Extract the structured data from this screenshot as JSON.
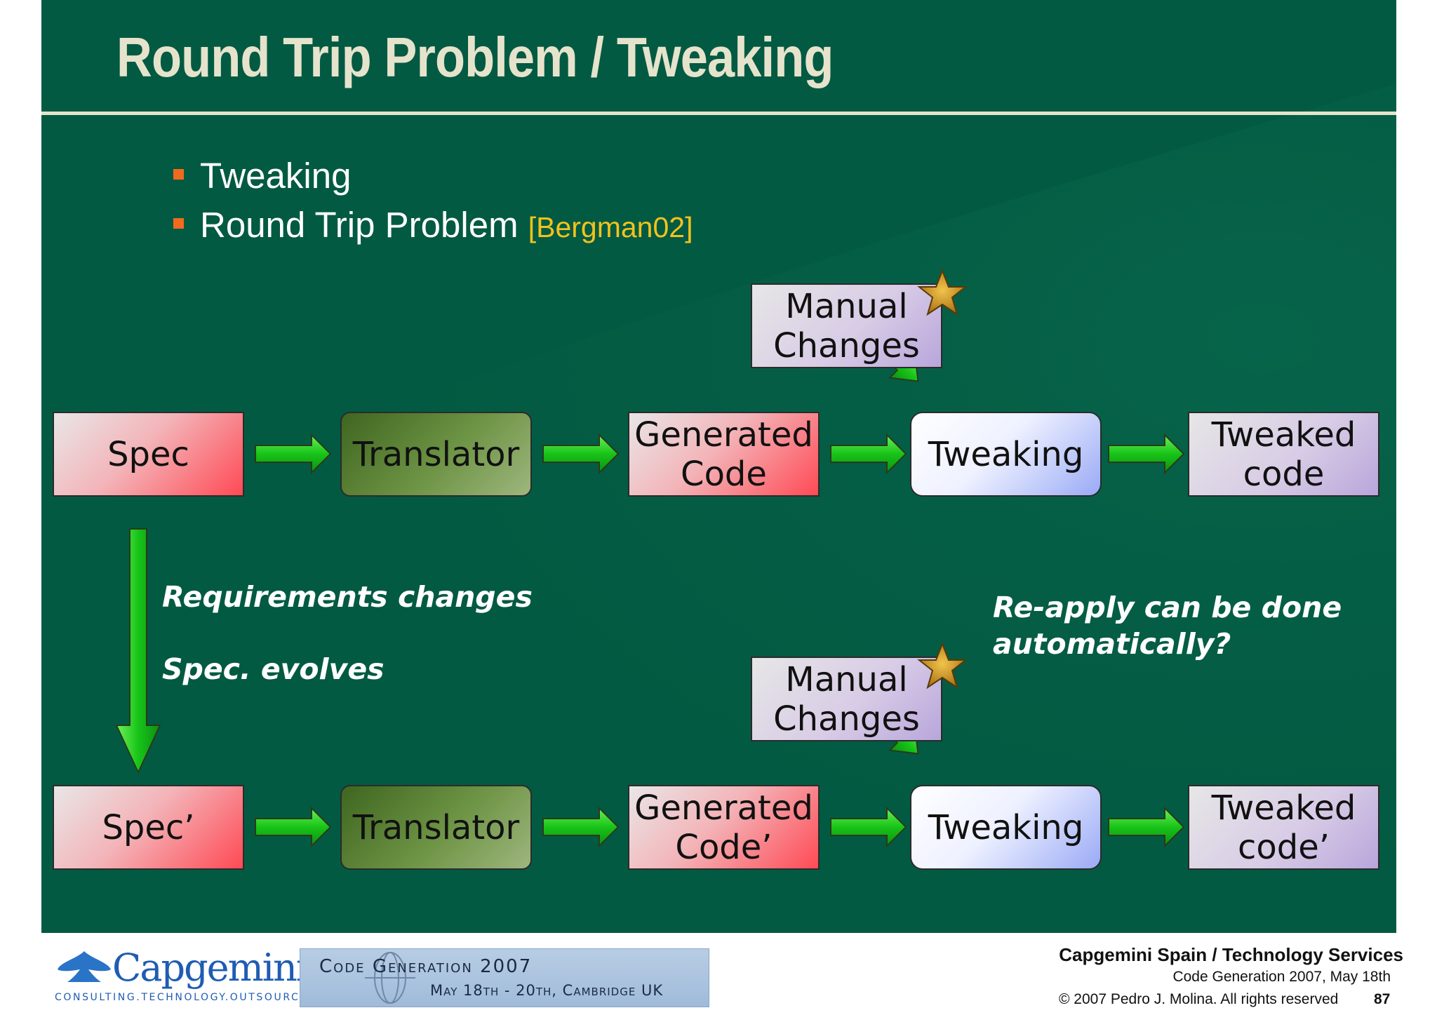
{
  "slide": {
    "title": "Round Trip Problem / Tweaking",
    "bullets": [
      {
        "text": "Tweaking",
        "ref": ""
      },
      {
        "text": "Round Trip Problem",
        "ref": "[Bergman02]"
      }
    ]
  },
  "diagram": {
    "row1": {
      "spec": "Spec",
      "translator": "Translator",
      "generated": "Generated\nCode",
      "manual": "Manual\nChanges",
      "tweaking": "Tweaking",
      "tweaked": "Tweaked\ncode"
    },
    "row2": {
      "spec": "Spec’",
      "translator": "Translator",
      "generated": "Generated\nCode’",
      "manual": "Manual\nChanges",
      "tweaking": "Tweaking",
      "tweaked": "Tweaked\ncode’"
    },
    "notes": {
      "requirements": "Requirements changes",
      "spec_evolves": "Spec. evolves",
      "reapply_1": "Re-apply can be done",
      "reapply_2": "automatically?"
    }
  },
  "footer": {
    "org": "Capgemini Spain / Technology Services",
    "event": "Code Generation 2007, May 18th",
    "copyright": "© 2007 Pedro J. Molina. All rights reserved",
    "page": "87",
    "logo_text": "Capgemini",
    "logo_tagline": "CONSULTING.TECHNOLOGY.OUTSOURCING",
    "banner_title": "Code Generation 2007",
    "banner_date": "May 18th - 20th, Cambridge UK"
  },
  "colors": {
    "background": "#035a42",
    "title": "#e6e3cc",
    "bullet_marker": "#f26b1d",
    "reference": "#f2c21d",
    "arrow": "#22c51e",
    "star": "#d4a02a"
  }
}
